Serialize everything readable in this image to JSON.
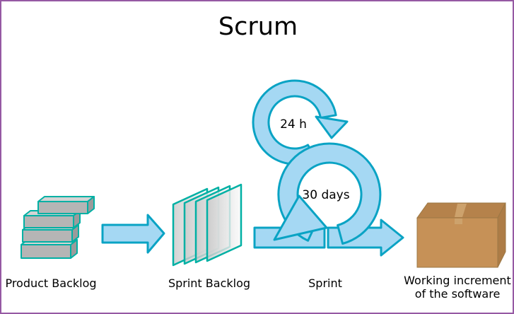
{
  "diagram": {
    "title": "Scrum",
    "loops": {
      "daily_loop_label": "24 h",
      "sprint_loop_label": "30 days"
    },
    "labels": {
      "product_backlog": "Product Backlog",
      "sprint_backlog": "Sprint Backlog",
      "sprint": "Sprint",
      "working_increment_line1": "Working increment",
      "working_increment_line2": "of the software"
    },
    "colors": {
      "border": "#9659a3",
      "background": "#ffffff",
      "text": "#000000",
      "arrow_fill": "#a5d8f3",
      "arrow_stroke": "#0aa3c4",
      "icon_stroke": "#00b0a4",
      "brick_front": "#b5b5b5",
      "brick_top": "#d4d4d4",
      "brick_side": "#9b9b9b",
      "sheet_fill_start": "#c9c9c9",
      "sheet_fill_end": "#fafafa",
      "box_front": "#c69157",
      "box_top": "#b5824b",
      "box_side": "#ad7c46",
      "box_tape": "#cda26c",
      "box_edge": "#9c7845"
    }
  }
}
